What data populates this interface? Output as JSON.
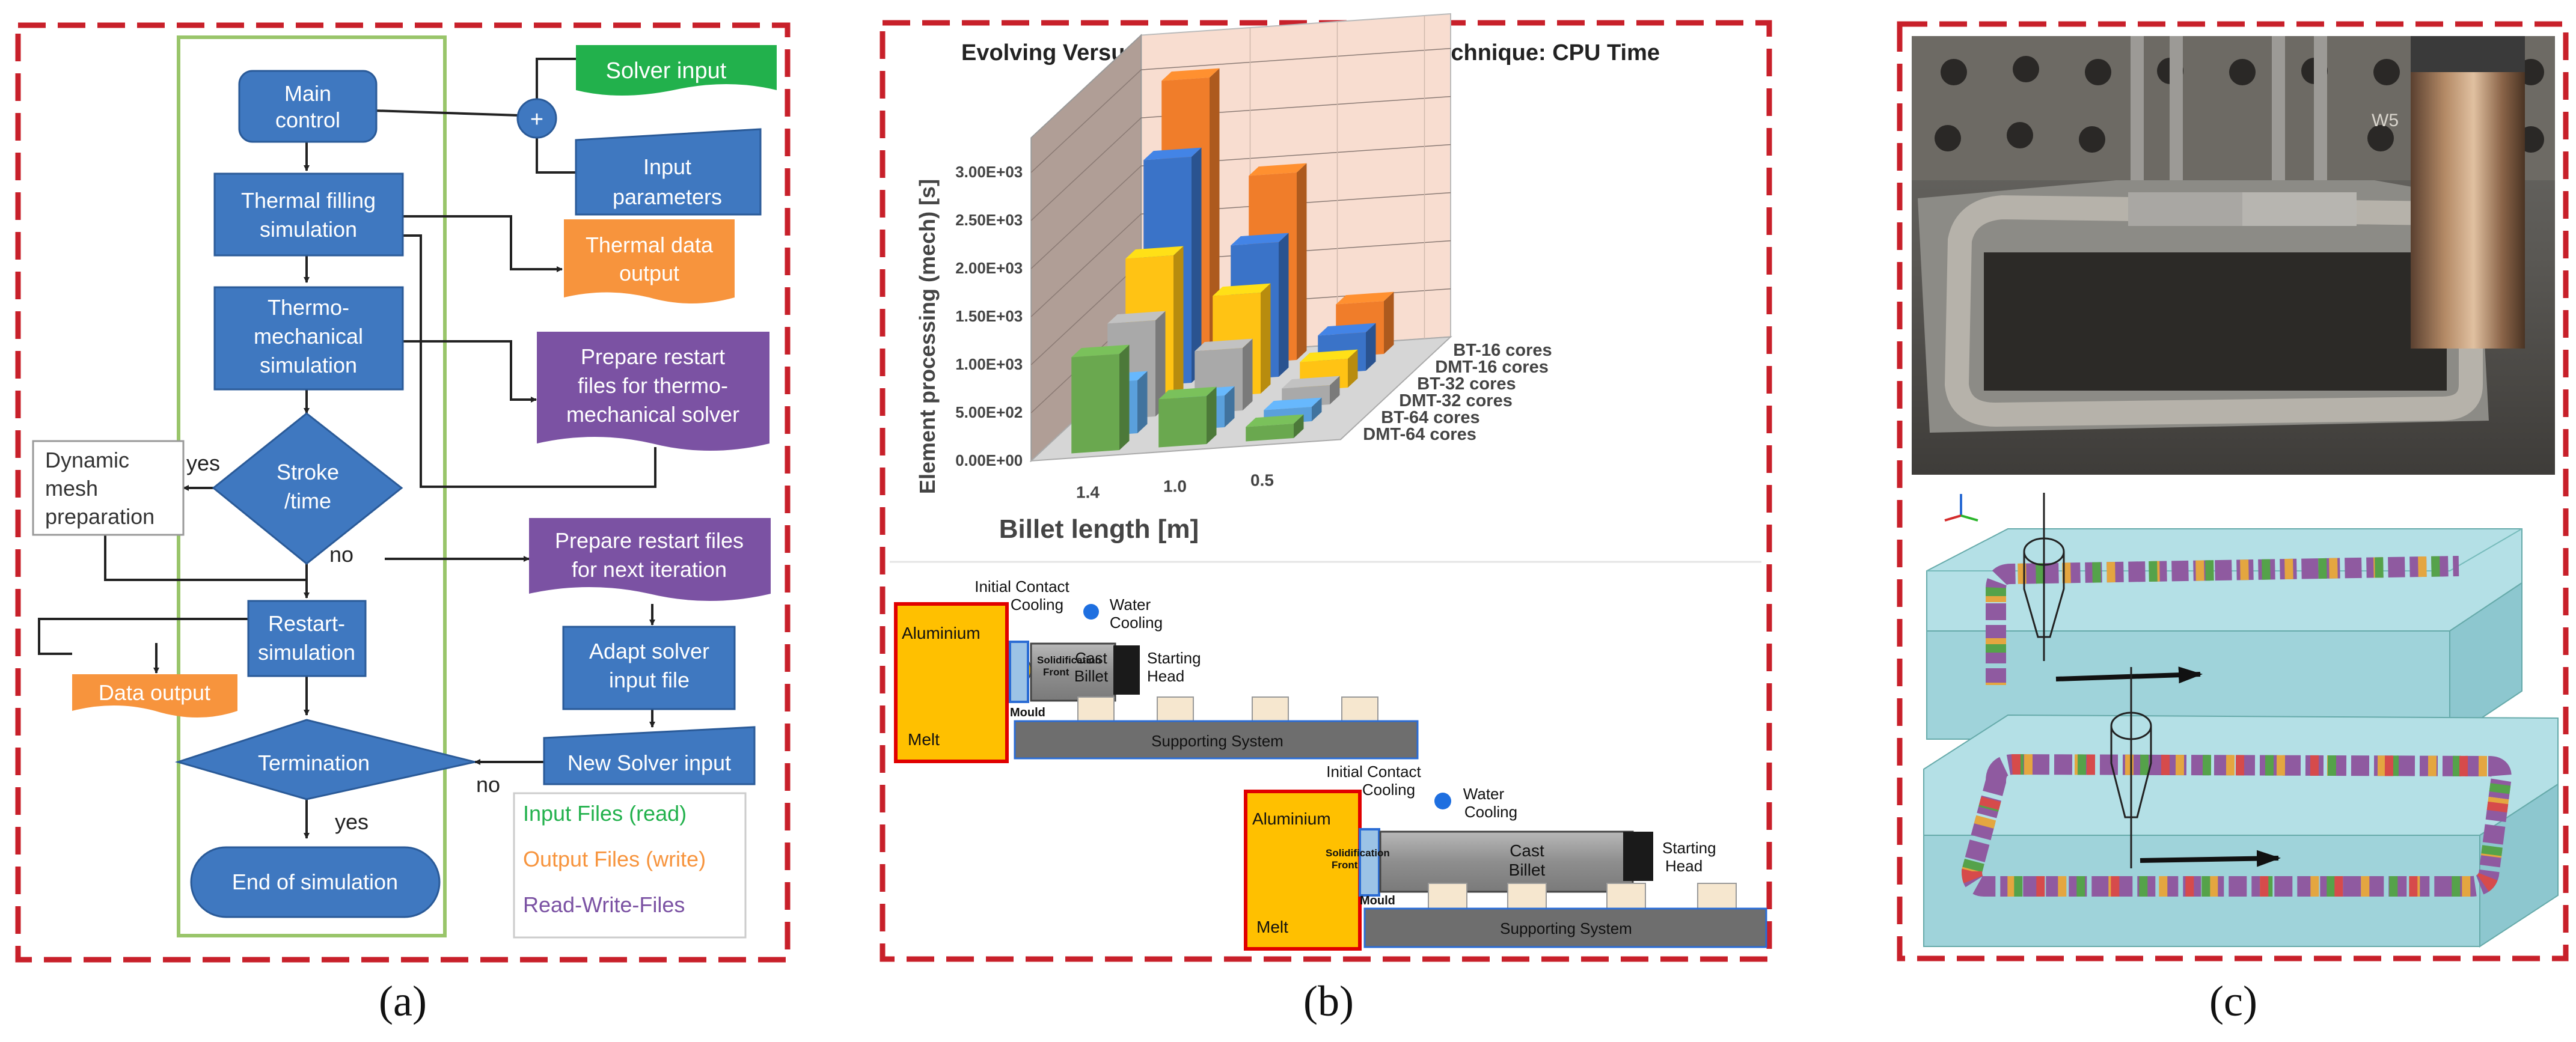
{
  "colors": {
    "frame_red": "#c8202a",
    "flow_blue": "#3f78c0",
    "flow_blue_border": "#2a5a98",
    "flow_orange": "#f7943d",
    "flow_purple": "#7b52a3",
    "flow_green": "#22b14c",
    "lane_green": "#99c56a",
    "bar_orange": "#f07d2a",
    "bar_blue": "#3a73c8",
    "bar_yellow": "#ffc314",
    "bar_gray": "#a9a9a9",
    "bar_lightblue": "#5aa0dc",
    "bar_green": "#6aa84f",
    "melt_yellow": "#ffc000",
    "support_gray": "#6e6e6e",
    "mesh_bg": "#aee0e4"
  },
  "panel_labels": {
    "a": "(a)",
    "b": "(b)",
    "c": "(c)"
  },
  "flowchart": {
    "main_control": [
      "Main",
      "control"
    ],
    "solver_input": "Solver input",
    "plus": "+",
    "input_parameters": [
      "Input",
      "parameters"
    ],
    "thermal_filling": [
      "Thermal filling",
      "simulation"
    ],
    "thermal_data_output": [
      "Thermal data",
      "output"
    ],
    "thermo_mechanical": [
      "Thermo-",
      "mechanical",
      "simulation"
    ],
    "prepare_restart_thermo": [
      "Prepare restart",
      "files for thermo-",
      "mechanical solver"
    ],
    "dynamic_mesh": [
      "Dynamic",
      "mesh",
      "preparation"
    ],
    "yes_stroke": "yes",
    "stroke_time": [
      "Stroke",
      "/time"
    ],
    "no_stroke": "no",
    "prepare_restart_next": [
      "Prepare restart files",
      "for next iteration"
    ],
    "restart_simulation": [
      "Restart-",
      "simulation"
    ],
    "adapt_solver": [
      "Adapt solver",
      "input file"
    ],
    "data_output": "Data output",
    "termination": "Termination",
    "no_termination": "no",
    "new_solver_input": "New Solver input",
    "yes_termination": "yes",
    "end_of_simulation": "End of simulation",
    "legend_input": "Input Files (read)",
    "legend_output": "Output Files (write)",
    "legend_readwrite": "Read-Write-Files"
  },
  "chart_data": {
    "type": "bar",
    "title": "Evolving Versus Conventional Fixed Mesh Technique: CPU Time",
    "xlabel": "Billet length [m]",
    "ylabel": "Element processing (mech) [s]",
    "categories": [
      "1.4",
      "1.0",
      "0.5"
    ],
    "ylim": [
      0,
      3000
    ],
    "yticks": [
      "0.00E+00",
      "5.00E+02",
      "1.00E+03",
      "1.50E+03",
      "2.00E+03",
      "2.50E+03",
      "3.00E+03"
    ],
    "grid": true,
    "series": [
      {
        "name": "BT-16 cores",
        "values": [
          3000,
          1950,
          550
        ]
      },
      {
        "name": "DMT-16 cores",
        "values": [
          2350,
          1400,
          400
        ]
      },
      {
        "name": "BT-32 cores",
        "values": [
          1500,
          1050,
          300
        ]
      },
      {
        "name": "DMT-32 cores",
        "values": [
          1000,
          650,
          200
        ]
      },
      {
        "name": "BT-64 cores",
        "values": [
          550,
          330,
          150
        ]
      },
      {
        "name": "DMT-64 cores",
        "values": [
          1000,
          500,
          150
        ]
      }
    ]
  },
  "casting": {
    "initial_contact": [
      "Initial Contact",
      "Cooling"
    ],
    "water_cooling": [
      "Water",
      "Cooling"
    ],
    "aluminium": "Aluminium",
    "solidification": [
      "Solidification",
      "Front"
    ],
    "cast_billet": [
      "Cast",
      "Billet"
    ],
    "starting_head": [
      "Starting",
      "Head"
    ],
    "melt": "Melt",
    "mould": "Mould",
    "supporting_system": "Supporting System"
  },
  "photo": {
    "marking": "W5"
  }
}
